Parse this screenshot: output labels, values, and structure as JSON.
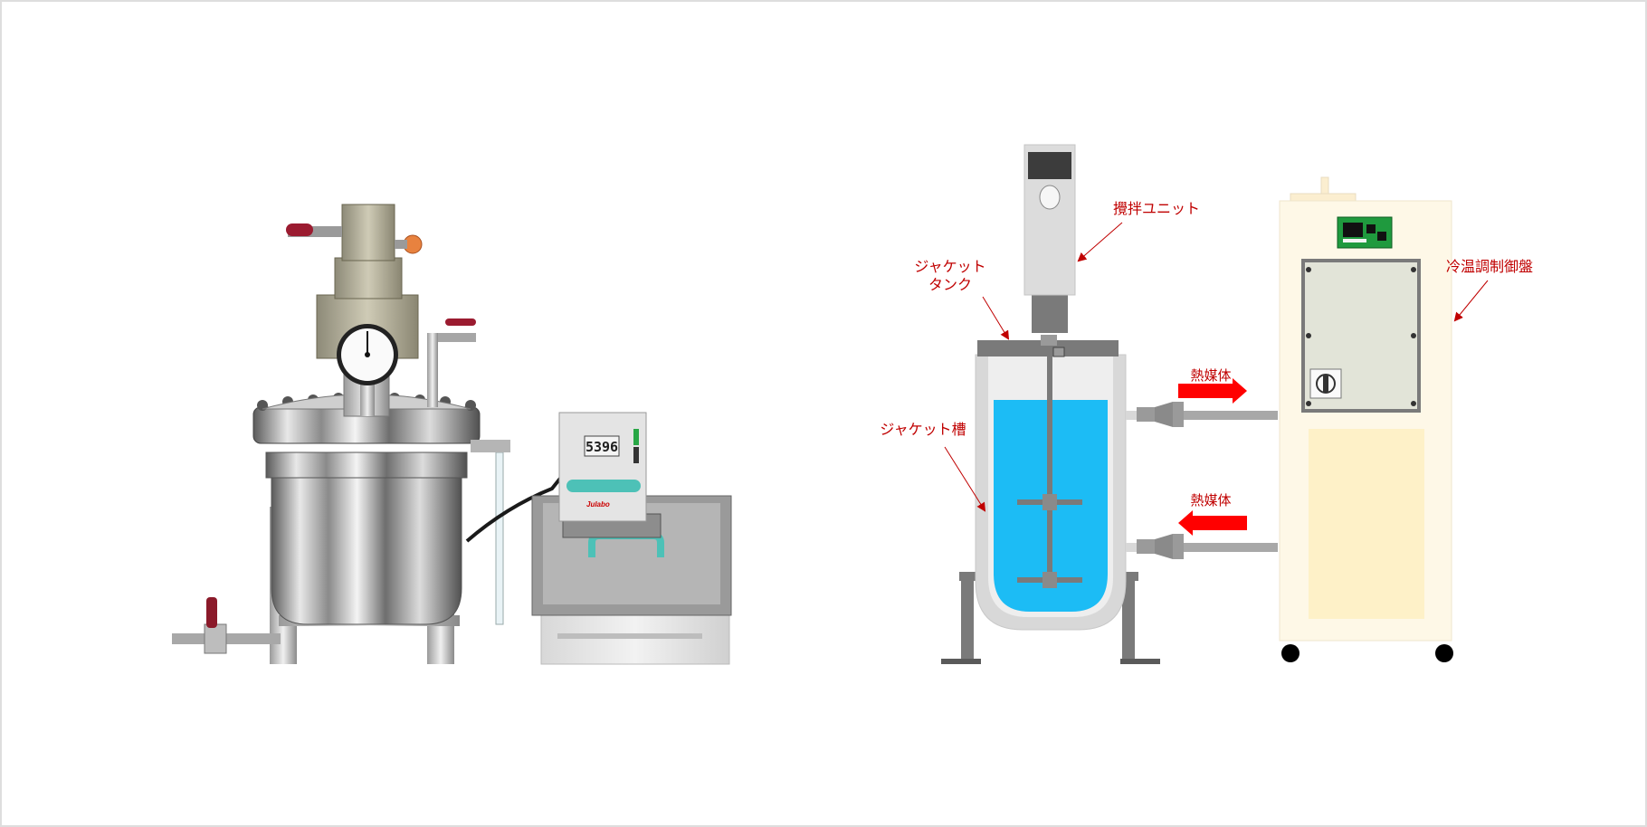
{
  "photo": {
    "chiller_display": "5396",
    "chiller_brand": "Julabo"
  },
  "labels": {
    "stirring_unit": "攪拌ユニット",
    "jacket_tank_line1": "ジャケット",
    "jacket_tank_line2": "タンク",
    "temp_control_panel": "冷温調制御盤",
    "jacket_bath": "ジャケット槽",
    "heat_medium_out": "熱媒体",
    "heat_medium_in": "熱媒体"
  },
  "colors": {
    "label_red": "#c00000",
    "flow_arrow_red": "#ff0000",
    "liquid_blue": "#1cbcf5",
    "cabinet_cream": "#fef8e7",
    "metal_gray": "#7a7a7a"
  }
}
